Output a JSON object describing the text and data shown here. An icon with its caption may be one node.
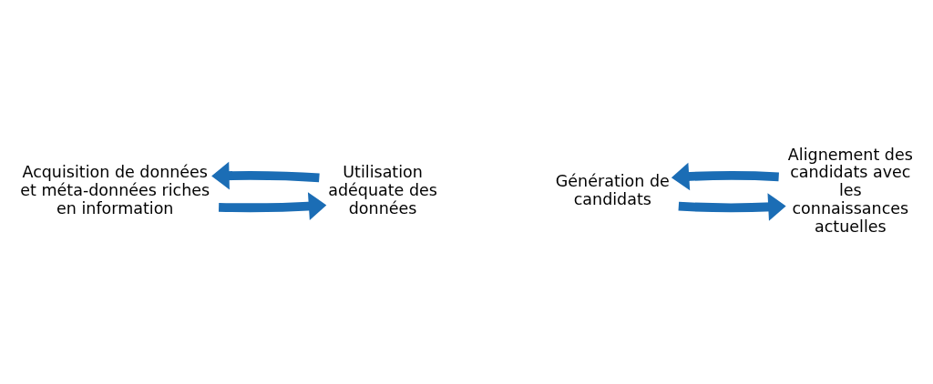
{
  "diagram": {
    "nodes": [
      {
        "text": [
          "Acquisition de données et méta-données riches en information"
        ]
      },
      {
        "text": [
          "Utilisation adéquate des données"
        ]
      },
      {
        "text": [
          "Génération de candidats"
        ]
      },
      {
        "text": [
          "Alignement des candidats avec les connaissances actuelles"
        ]
      }
    ],
    "edges": [
      {
        "from": 0,
        "to": 1,
        "arrow": "to"
      },
      {
        "from": 1,
        "to": 0,
        "arrow": "to"
      },
      {
        "from": 2,
        "to": 3,
        "arrow": "to"
      },
      {
        "from": 3,
        "to": 2,
        "arrow": "to"
      }
    ]
  }
}
